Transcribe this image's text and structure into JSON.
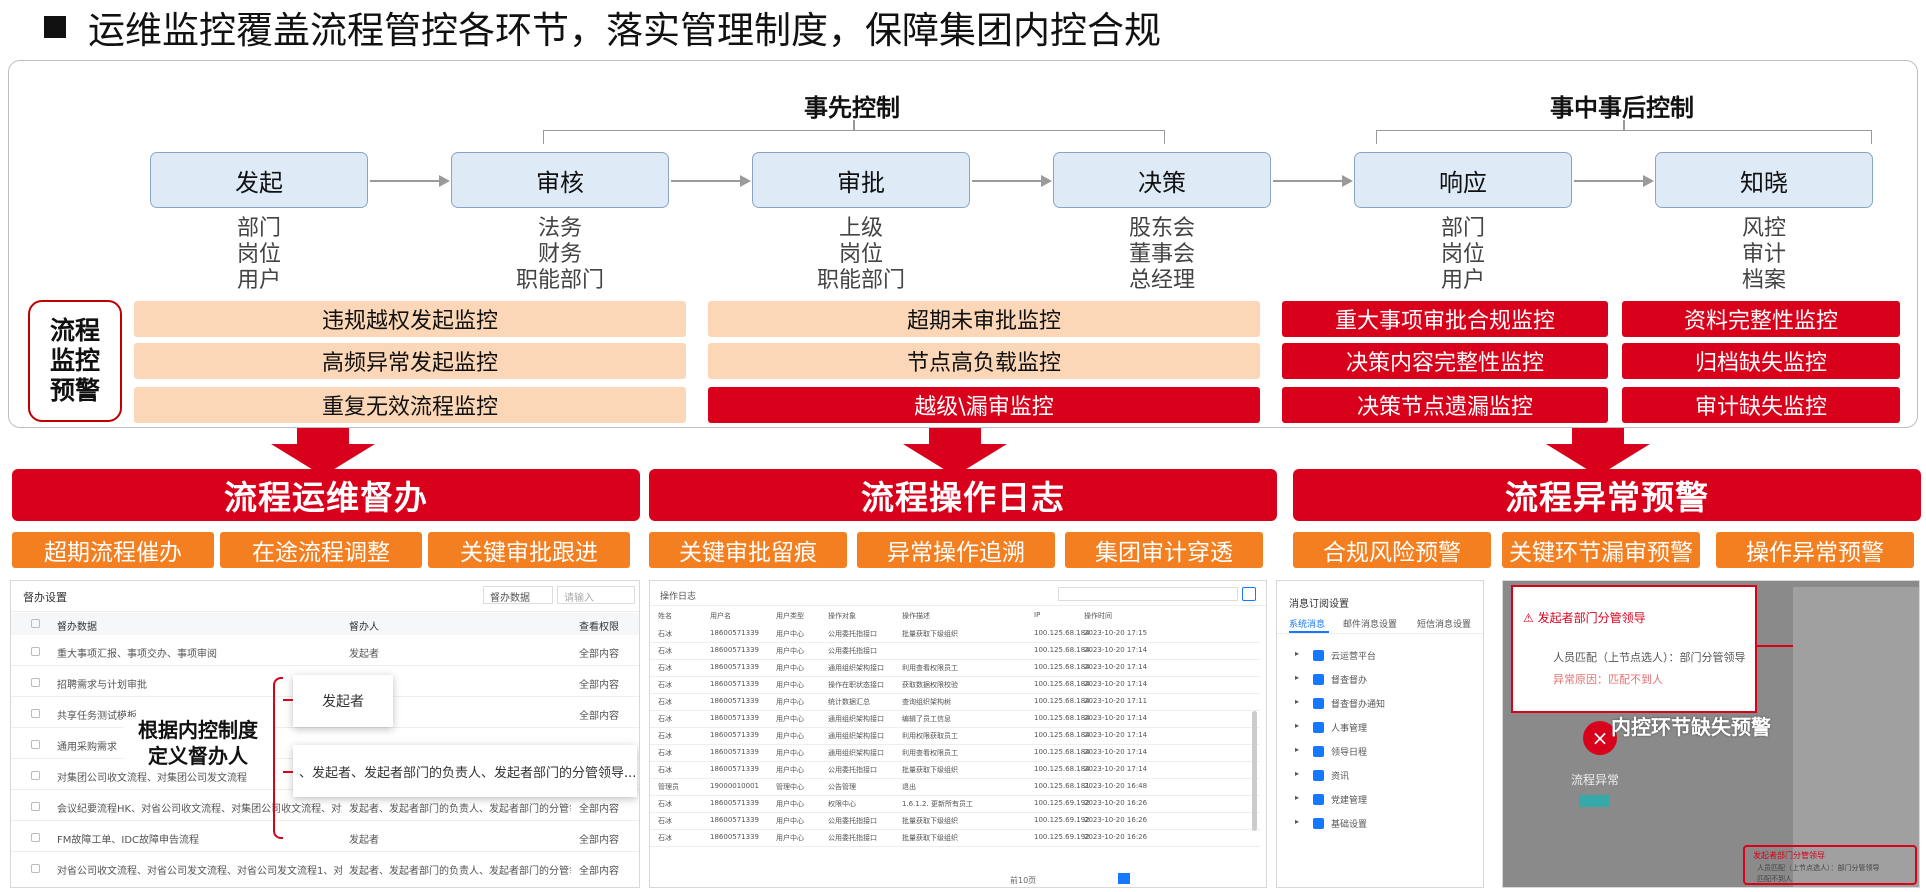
{
  "title": "运维监控覆盖流程管控各环节，落实管理制度，保障集团内控合规",
  "sections": {
    "pre": "事先控制",
    "post": "事中事后控制"
  },
  "stages": [
    {
      "name": "发起",
      "roles": [
        "部门",
        "岗位",
        "用户"
      ]
    },
    {
      "name": "审核",
      "roles": [
        "法务",
        "财务",
        "职能部门"
      ]
    },
    {
      "name": "审批",
      "roles": [
        "上级",
        "岗位",
        "职能部门"
      ]
    },
    {
      "name": "决策",
      "roles": [
        "股东会",
        "董事会",
        "总经理"
      ]
    },
    {
      "name": "响应",
      "roles": [
        "部门",
        "岗位",
        "用户"
      ]
    },
    {
      "name": "知晓",
      "roles": [
        "风控",
        "审计",
        "档案"
      ]
    }
  ],
  "workflow_label": "流程\n监控\n预警",
  "monitors": {
    "col1": [
      "违规越权发起监控",
      "高频异常发起监控",
      "重复无效流程监控"
    ],
    "col2": [
      "超期未审批监控",
      "节点高负载监控",
      "越级\\漏审监控"
    ],
    "col3": [
      "重大事项审批合规监控",
      "决策内容完整性监控",
      "决策节点遗漏监控"
    ],
    "col4": [
      "资料完整性监控",
      "归档缺失监控",
      "审计缺失监控"
    ]
  },
  "colors": {
    "accent": "#d9001b",
    "peach": "#fbd7b7",
    "orange": "#f47f21",
    "stage_fill": "#deebf7"
  },
  "banners": [
    {
      "title": "流程运维督办",
      "tags": [
        "超期流程催办",
        "在途流程调整",
        "关键审批跟进"
      ]
    },
    {
      "title": "流程操作日志",
      "tags": [
        "关键审批留痕",
        "异常操作追溯",
        "集团审计穿透"
      ]
    },
    {
      "title": "流程异常预警",
      "tags": [
        "合规风险预警",
        "关键环节漏审预警",
        "操作异常预警"
      ]
    }
  ],
  "shot1": {
    "header": "督办设置",
    "filter": "督办数据",
    "search_placeholder": "请输入",
    "cols": [
      "督办数据",
      "督办人",
      "查看权限"
    ],
    "rows": [
      [
        "重大事项汇报、事项交办、事项审阅",
        "发起者",
        "全部内容"
      ],
      [
        "招聘需求与计划审批",
        "",
        "全部内容"
      ],
      [
        "共享任务测试模板",
        "",
        "全部内容"
      ],
      [
        "通用采购需求",
        "",
        ""
      ],
      [
        "对集团公司收文流程、对集团公司发文流程",
        "",
        ""
      ],
      [
        "会议纪要流程HK、对省公司收文流程、对集团公司收文流程、对集团公司...",
        "发起者、发起者部门的负责人、发起者部门的分管领导...",
        "全部内容"
      ],
      [
        "FM故障工单、IDC故障申告流程",
        "发起者",
        "全部内容"
      ],
      [
        "对省公司收文流程、对省公司发文流程、对省公司发文流程1、对省公司...",
        "发起者、发起者部门的负责人、发起者部门的分管领导...",
        "全部内容"
      ]
    ],
    "popup1": "发起者",
    "popup2": "、发起者、发起者部门的负责人、发起者部门的分管领导...",
    "annotation": "根据内控制度\n定义督办人"
  },
  "shot2": {
    "header": "操作日志",
    "cols": [
      "姓名",
      "用户名",
      "用户类型",
      "操作对象",
      "操作描述",
      "IP",
      "操作时间"
    ],
    "rows": [
      [
        "石冰",
        "18600571339",
        "用户中心",
        "公用委托指接口",
        "批量获取下级组织",
        "100.125.68.184",
        "2023-10-20 17:15"
      ],
      [
        "石冰",
        "18600571339",
        "用户中心",
        "公用委托指接口",
        "",
        "100.125.68.184",
        "2023-10-20 17:14"
      ],
      [
        "石冰",
        "18600571339",
        "用户中心",
        "通用组织架构接口",
        "利用查看权限员工",
        "100.125.68.184",
        "2023-10-20 17:14"
      ],
      [
        "石冰",
        "18600571339",
        "用户中心",
        "操作在职状态接口",
        "获取数据权限校验",
        "100.125.68.184",
        "2023-10-20 17:14"
      ],
      [
        "石冰",
        "18600571339",
        "用户中心",
        "统计数据汇总",
        "查询组织架构树",
        "100.125.68.184",
        "2023-10-20 17:11"
      ],
      [
        "石冰",
        "18600571339",
        "用户中心",
        "通用组织架构接口",
        "编辑了员工信息",
        "100.125.68.184",
        "2023-10-20 17:14"
      ],
      [
        "石冰",
        "18600571339",
        "用户中心",
        "通用组织架构接口",
        "利用权限获取员工",
        "100.125.68.184",
        "2023-10-20 17:14"
      ],
      [
        "石冰",
        "18600571339",
        "用户中心",
        "通用组织架构接口",
        "利用查看权限员工",
        "100.125.68.184",
        "2023-10-20 17:14"
      ],
      [
        "石冰",
        "18600571339",
        "用户中心",
        "公用委托指接口",
        "批量获取下级组织",
        "100.125.68.184",
        "2023-10-20 17:14"
      ],
      [
        "管理员",
        "19000010001",
        "管理中心",
        "公告管理",
        "退出",
        "100.125.68.181",
        "2023-10-20 16:48"
      ],
      [
        "石冰",
        "18600571339",
        "用户中心",
        "权限中心",
        "1.6.1.2. 更新所有员工",
        "100.125.69.192",
        "2023-10-20 16:26"
      ],
      [
        "石冰",
        "18600571339",
        "用户中心",
        "公用委托指接口",
        "批量获取下级组织",
        "100.125.69.192",
        "2023-10-20 16:26"
      ],
      [
        "石冰",
        "18600571339",
        "用户中心",
        "公用委托指接口",
        "批量获取下级组织",
        "100.125.69.192",
        "2023-10-20 16:26"
      ]
    ],
    "pager": "前10页"
  },
  "shot3": {
    "header": "消息订阅设置",
    "tabs": [
      "系统消息",
      "邮件消息设置",
      "短信消息设置"
    ],
    "items": [
      "云运营平台",
      "督查督办",
      "督查督办通知",
      "人事管理",
      "领导日程",
      "资讯",
      "党建管理",
      "基础设置"
    ]
  },
  "shot4": {
    "alert_title": "发起者部门分管领导",
    "match_line": "人员匹配（上节点选人）：部门分管领导",
    "reason_line": "异常原因：匹配不到人",
    "status_label": "流程异常",
    "annotation": "内控环节缺失预警",
    "side_bottom_title": "发起者部门分管领导",
    "side_bottom_line": "人员匹配（上节点选人）：部门分管领导",
    "side_bottom_reason": "匹配不到人"
  }
}
